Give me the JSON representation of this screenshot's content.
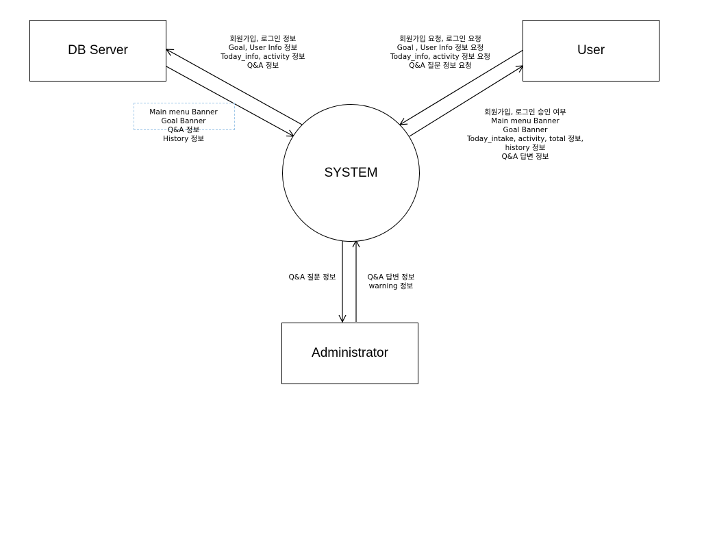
{
  "nodes": {
    "db_server": "DB Server",
    "user": "User",
    "system": "SYSTEM",
    "administrator": "Administrator"
  },
  "flows": {
    "system_to_db": [
      "회원가입, 로그인 정보",
      "Goal, User Info  정보",
      "Today_info, activity 정보",
      "Q&A 정보"
    ],
    "db_to_system": [
      "Main menu Banner",
      "Goal Banner",
      "Q&A 정보",
      "History 정보"
    ],
    "user_to_system": [
      "회원가입 요청, 로그인 요청",
      "Goal , User Info  정보 요청",
      "Today_info, activity 정보 요청",
      "Q&A  질문 정보 요청"
    ],
    "system_to_user": [
      "회원가입, 로그인 승인 여부",
      "Main menu Banner",
      "Goal Banner",
      "Today_intake, activity, total 정보,",
      "history 정보",
      "Q&A 답변 정보"
    ],
    "system_to_admin": [
      "Q&A 질문 정보"
    ],
    "admin_to_system": [
      "Q&A 답변 정보",
      "warning 정보"
    ]
  },
  "colors": {
    "line": "#000000",
    "dashed_border": "#9ec6e8"
  }
}
